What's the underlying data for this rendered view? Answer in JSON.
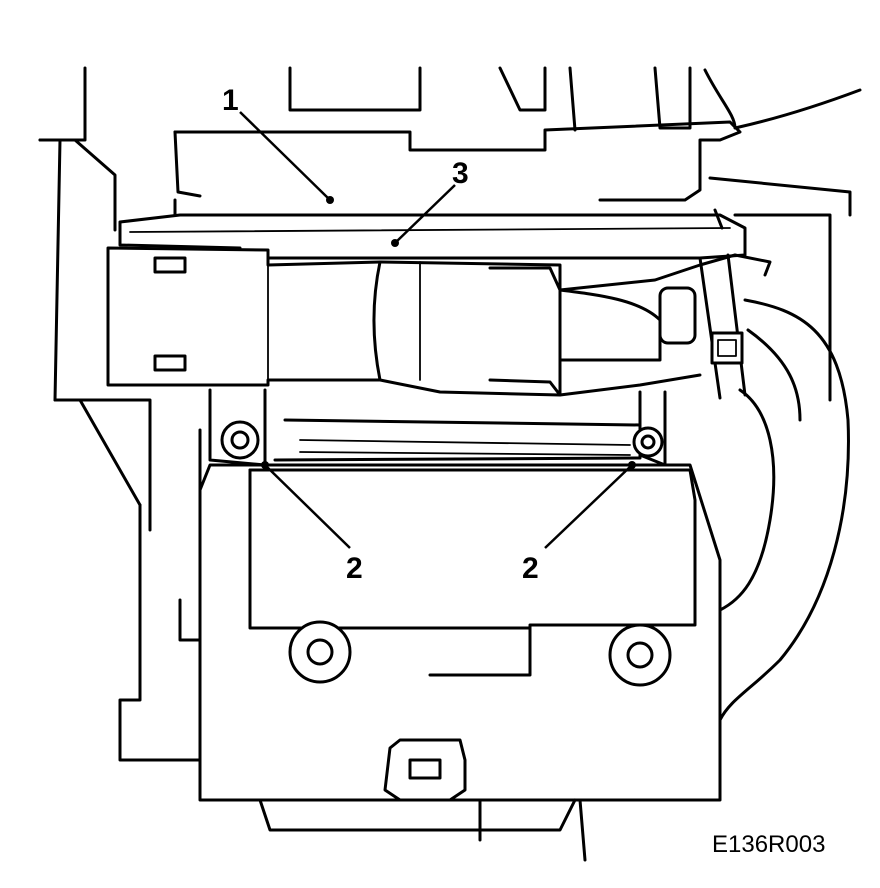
{
  "figure_ref": "E136R003",
  "callouts": [
    {
      "id": "c1",
      "label": "1"
    },
    {
      "id": "c2a",
      "label": "2"
    },
    {
      "id": "c2b",
      "label": "2"
    },
    {
      "id": "c3",
      "label": "3"
    }
  ]
}
